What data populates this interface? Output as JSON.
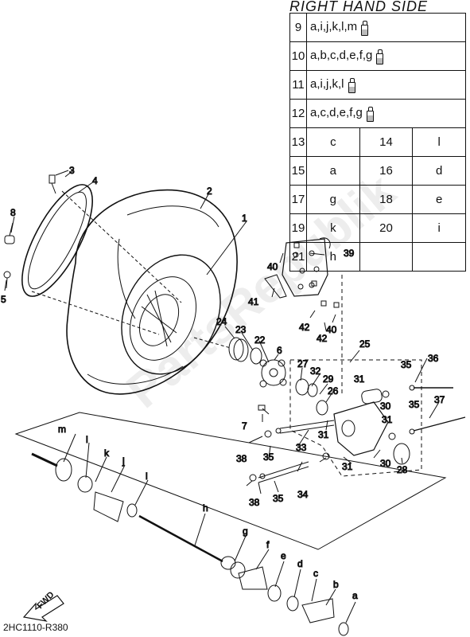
{
  "header": "RIGHT HAND SIDE",
  "rows_code": [
    {
      "num": "9",
      "code": "a,i,j,k,l,m"
    },
    {
      "num": "10",
      "code": "a,b,c,d,e,f,g"
    },
    {
      "num": "11",
      "code": "a,i,j,k,l"
    },
    {
      "num": "12",
      "code": "a,c,d,e,f,g"
    }
  ],
  "rows_pair": [
    {
      "n1": "13",
      "v1": "c",
      "n2": "14",
      "v2": "l"
    },
    {
      "n1": "15",
      "v1": "a",
      "n2": "16",
      "v2": "d"
    },
    {
      "n1": "17",
      "v1": "g",
      "n2": "18",
      "v2": "e"
    },
    {
      "n1": "19",
      "v1": "k",
      "n2": "20",
      "v2": "i"
    },
    {
      "n1": "21",
      "v1": "h",
      "n2": "",
      "v2": ""
    }
  ],
  "callouts": {
    "c1": "1",
    "c2": "2",
    "c3": "3",
    "c4": "4",
    "c5": "5",
    "c6": "6",
    "c7": "7",
    "c8": "8",
    "c22": "22",
    "c23": "23",
    "c24": "24",
    "c25": "25",
    "c26": "26",
    "c27": "27",
    "c28": "28",
    "c29": "29",
    "c30a": "30",
    "c30b": "30",
    "c31a": "31",
    "c31b": "31",
    "c31c": "31",
    "c31d": "31",
    "c32": "32",
    "c33": "33",
    "c34": "34",
    "c35a": "35",
    "c35b": "35",
    "c35c": "35",
    "c35d": "35",
    "c36": "36",
    "c37": "37",
    "c38a": "38",
    "c38b": "38",
    "c39": "39",
    "c40a": "40",
    "c40b": "40",
    "c41": "41",
    "c42a": "42",
    "c42b": "42",
    "la": "a",
    "lb": "b",
    "lc": "c",
    "ld": "d",
    "le": "e",
    "lf": "f",
    "lg": "g",
    "lh": "h",
    "li": "i",
    "lj": "j",
    "lk": "k",
    "ll": "l",
    "lm": "m"
  },
  "fwd": "FWD",
  "diagram_code": "2HC1110-R380",
  "watermark": "PartsRepublik",
  "icon": "grease-tube-icon"
}
